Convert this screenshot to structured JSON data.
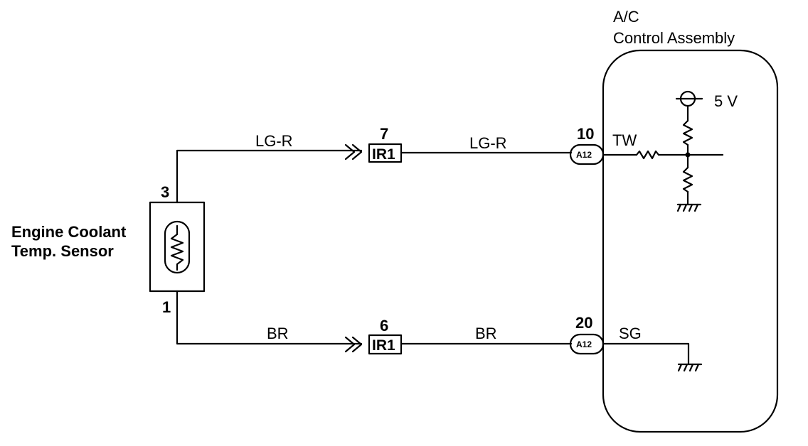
{
  "sensor": {
    "name_line1": "Engine Coolant",
    "name_line2": "Temp. Sensor",
    "pin_top": "3",
    "pin_bottom": "1"
  },
  "control_assembly": {
    "title_line1": "A/C",
    "title_line2": "Control Assembly",
    "supply_label": "5 V",
    "signal_tw": "TW",
    "signal_sg": "SG"
  },
  "circuit_top": {
    "wire_color_left": "LG-R",
    "wire_color_right": "LG-R",
    "junction_pin": "7",
    "junction_label": "IR1",
    "connector_pin": "10",
    "connector_label": "A12"
  },
  "circuit_bottom": {
    "wire_color_left": "BR",
    "wire_color_right": "BR",
    "junction_pin": "6",
    "junction_label": "IR1",
    "connector_pin": "20",
    "connector_label": "A12"
  }
}
